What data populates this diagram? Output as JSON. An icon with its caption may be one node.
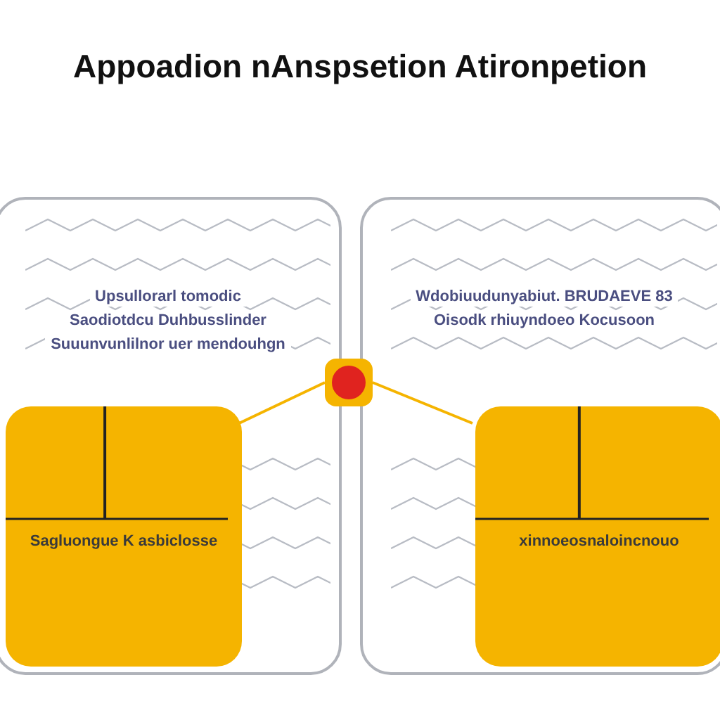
{
  "diagram": {
    "title": "Appoadion nAnspsetion Atironpetion",
    "nodes": [
      {
        "text": [
          "Upsullorarl tomodic",
          "Saodiotdcu Duhbusslinder",
          "Suuunvunlilnor uer mendouhgn"
        ]
      },
      {
        "text": [
          "Sagluongue K asbiclosse"
        ],
        "in": 0
      },
      {
        "text": [
          "Wdobiuudunyabiut. BRUDAEVE 83",
          "Oisodk rhiuyndoeo Kocusoon"
        ]
      },
      {
        "text": [
          "xinnoeosnaloincnouo"
        ],
        "in": 2
      },
      {
        "text": [],
        "shape": "box"
      }
    ],
    "edges": [
      {
        "from": 4,
        "to": 1,
        "arrow": "none"
      },
      {
        "from": 4,
        "to": 3,
        "arrow": "none"
      }
    ]
  }
}
